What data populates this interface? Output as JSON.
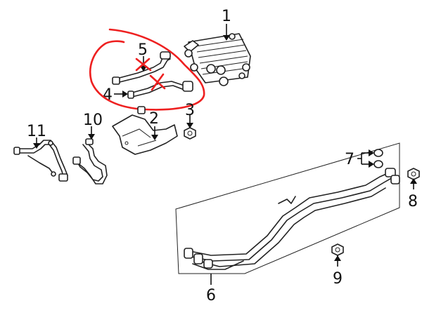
{
  "callouts": {
    "c1": "1",
    "c2": "2",
    "c3": "3",
    "c4": "4",
    "c5": "5",
    "c6": "6",
    "c7": "7",
    "c8": "8",
    "c9": "9",
    "c10": "10",
    "c11": "11"
  },
  "colors": {
    "line_art": "#222222",
    "annotation_red": "#ee2020",
    "background": "#ffffff"
  }
}
